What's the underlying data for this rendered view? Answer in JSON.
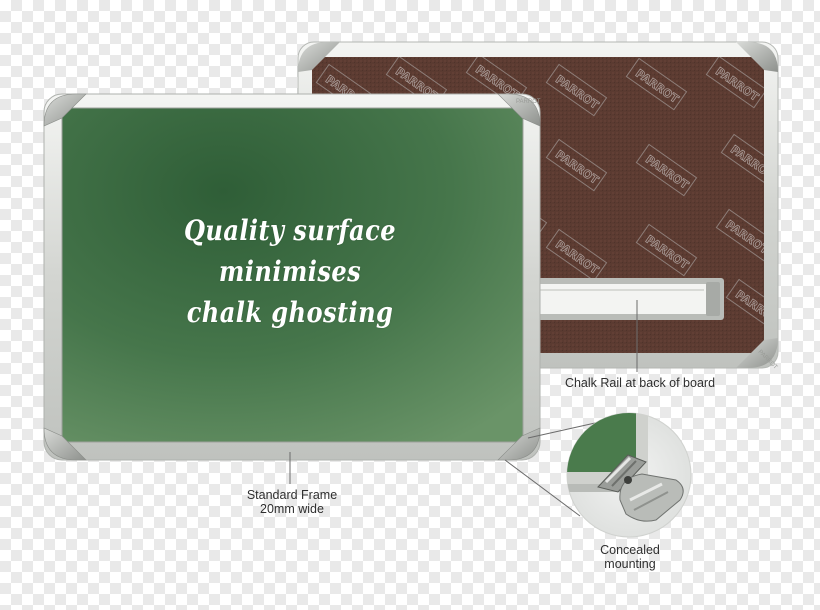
{
  "board": {
    "headline_lines": [
      "Quality surface",
      "minimises",
      "chalk ghosting"
    ],
    "surface_color": "#4e7d4f",
    "frame_color": "#dadcd8"
  },
  "back_board": {
    "backing_color": "#5a3a31",
    "logo_text": "PARROT"
  },
  "captions": {
    "chalk_rail": "Chalk Rail at back of board",
    "frame_line1": "Standard Frame",
    "frame_line2": "20mm wide",
    "mount_line1": "Concealed",
    "mount_line2": "mounting"
  }
}
